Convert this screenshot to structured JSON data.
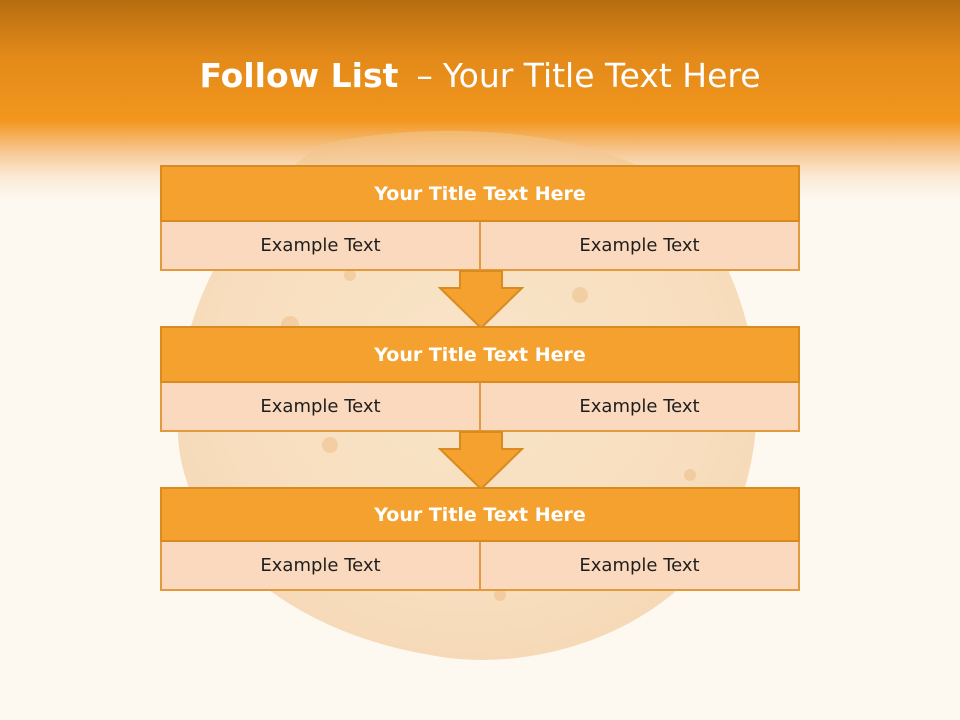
{
  "title": {
    "bold": "Follow List",
    "dash": "–",
    "rest": "Your Title Text Here"
  },
  "stages": [
    {
      "title": "Your Title Text Here",
      "left": "Example Text",
      "right": "Example Text"
    },
    {
      "title": "Your Title Text Here",
      "left": "Example Text",
      "right": "Example Text"
    },
    {
      "title": "Your Title Text Here",
      "left": "Example Text",
      "right": "Example Text"
    }
  ],
  "colors": {
    "accent": "#f4a12f",
    "cell": "#fbd9be",
    "header_top": "#b56d0f",
    "header_bottom": "#f2961c"
  }
}
